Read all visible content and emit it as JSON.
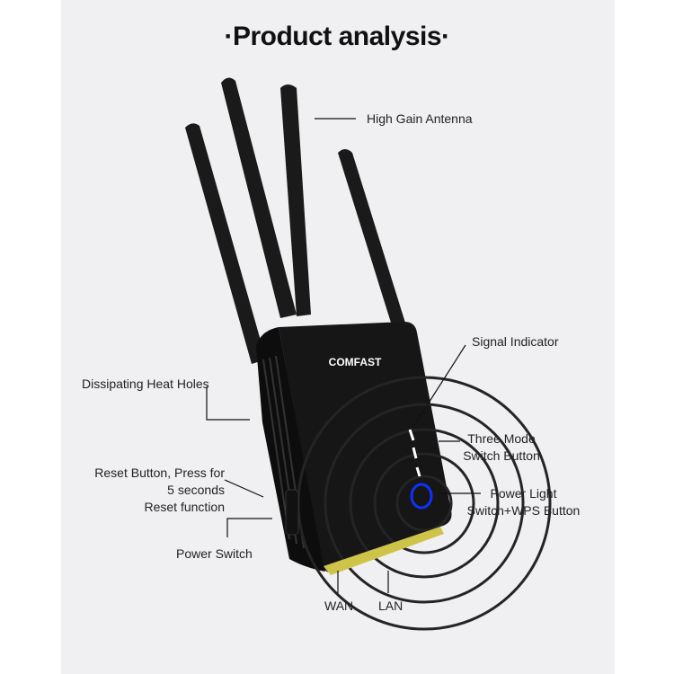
{
  "title": "·Product analysis·",
  "brand": "COMFAST",
  "labels": {
    "antenna": "High Gain Antenna",
    "signal": "Signal Indicator",
    "heat": "Dissipating Heat Holes",
    "mode_1": "Three Mode",
    "mode_2": "Switch Button",
    "reset_1": "Reset Button, Press for",
    "reset_2": "5 seconds",
    "reset_3": "Reset function",
    "power_1": "Power Light",
    "power_2": "Switch+WPS Button",
    "power_switch": "Power Switch",
    "wan": "WAN",
    "lan": "LAN"
  },
  "colors": {
    "background": "#f0f0f2",
    "device": "#151515",
    "power_ring": "#1030ff"
  }
}
